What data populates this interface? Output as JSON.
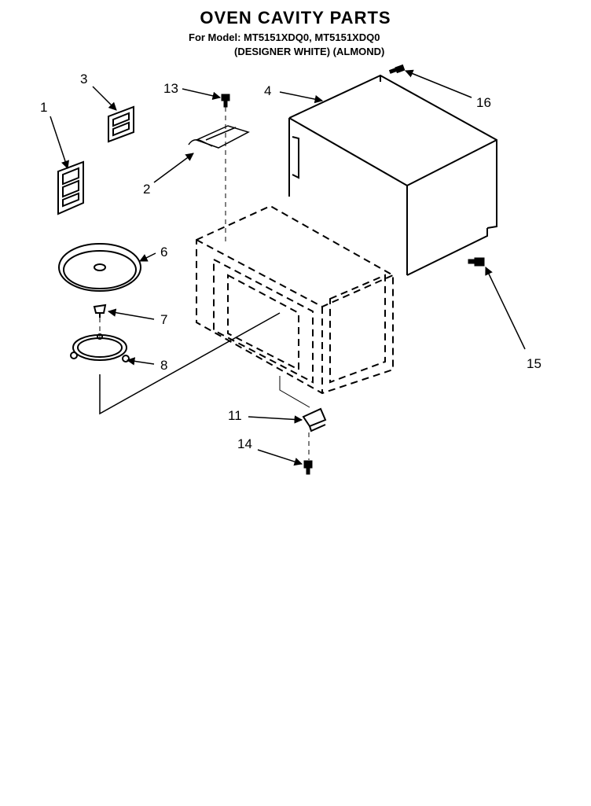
{
  "header": {
    "title": "OVEN CAVITY PARTS",
    "model_line": "For Model: MT5151XDQ0, MT5151XDQ0",
    "variant_line": "(DESIGNER WHITE)  (ALMOND)"
  },
  "callouts": [
    "1",
    "3",
    "13",
    "4",
    "16",
    "2",
    "6",
    "7",
    "8",
    "15",
    "11",
    "14"
  ]
}
